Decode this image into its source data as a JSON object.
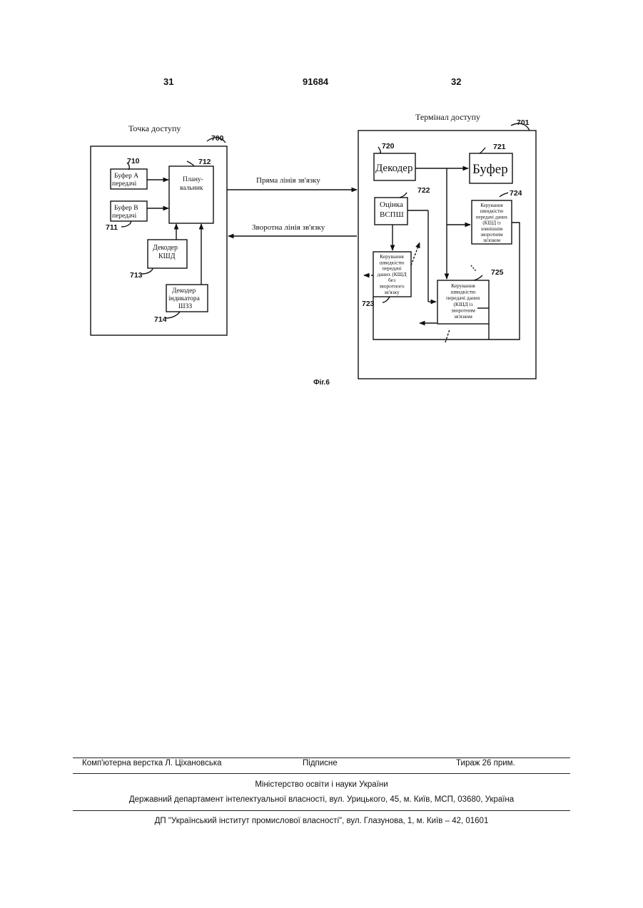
{
  "header": {
    "page_left": "31",
    "patent_number": "91684",
    "page_right": "32"
  },
  "figure": {
    "caption": "Фіг.6",
    "access_point": {
      "title": "Точка доступу",
      "ref": "700",
      "buffer_a": {
        "label_1": "Буфер А",
        "label_2": "передачі",
        "ref": "710"
      },
      "buffer_b": {
        "label_1": "Буфер В",
        "label_2": "передачі",
        "ref": "711"
      },
      "scheduler": {
        "label_1": "Плану-",
        "label_2": "вальник",
        "ref": "712"
      },
      "drc_decoder": {
        "label_1": "Декодер",
        "label_2": "КШД",
        "ref": "713"
      },
      "indicator_decoder": {
        "label_1": "Декодер",
        "label_2": "індикатора",
        "label_3": "ШЗЗ",
        "ref": "714"
      }
    },
    "links": {
      "forward": "Пряма лінія зв'язку",
      "reverse": "Зворотна лінія зв'язку"
    },
    "access_terminal": {
      "title": "Термінал доступу",
      "ref": "701",
      "decoder": {
        "label": "Декодер",
        "ref": "720"
      },
      "buffer": {
        "label": "Буфер",
        "ref": "721"
      },
      "estimator": {
        "label_1": "Оцінка",
        "label_2": "ВСПШ",
        "ref": "722"
      },
      "open_loop": {
        "lines": [
          "Керування",
          "швидкістю",
          "передачі",
          "даних (КШД",
          "без",
          "зворотного",
          "зв'язку"
        ],
        "ref": "723"
      },
      "outer_loop": {
        "lines": [
          "Керування",
          "швидкістю",
          "передачі даних",
          "(КШД із",
          "зовнішнім",
          "зворотним",
          "зв'язком"
        ],
        "ref": "724"
      },
      "closed_loop": {
        "lines": [
          "Керування",
          "швидкістю",
          "передачі даних",
          "(КШД із",
          "зворотним",
          "зв'язком"
        ],
        "ref": "725"
      }
    }
  },
  "footer": {
    "layout": "Комп'ютерна верстка Л. Ціхановська",
    "signed": "Підписне",
    "circulation": "Тираж 26 прим.",
    "ministry": "Міністерство освіти і науки України",
    "department": "Державний департамент інтелектуальної власності, вул. Урицького, 45, м. Київ, МСП, 03680, Україна",
    "institute": "ДП \"Український інститут промислової власності\", вул. Глазунова, 1, м. Київ – 42, 01601"
  }
}
